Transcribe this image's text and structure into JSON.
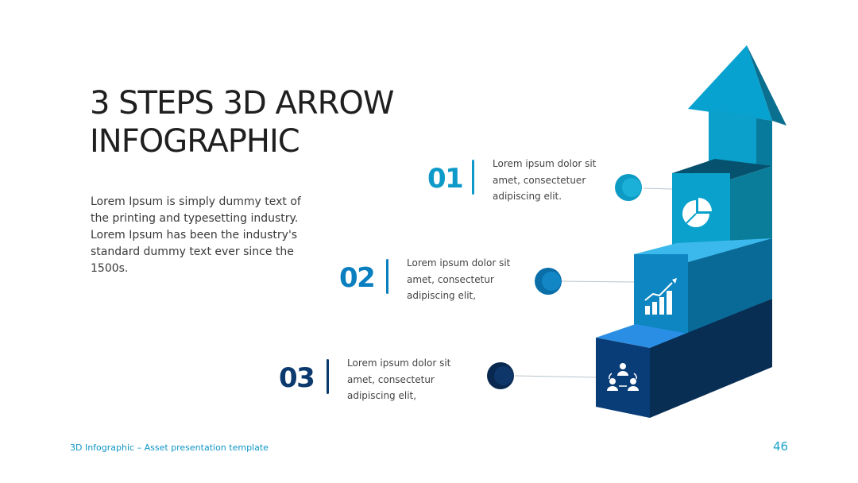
{
  "slide": {
    "title_line1": "3 STEPS 3D ARROW",
    "title_line2": "INFOGRAPHIC",
    "intro": "Lorem Ipsum is simply dummy text of the printing and typesetting industry. Lorem Ipsum has been the industry's standard dummy text ever since the 1500s.",
    "page_number": "46",
    "footer": "3D Infographic – Asset presentation template"
  },
  "steps": [
    {
      "number": "01",
      "text": "Lorem ipsum dolor sit amet, consectetuer adipiscing elit.",
      "icon": "pie-chart-icon",
      "color": "#0e9ac9"
    },
    {
      "number": "02",
      "text": "Lorem ipsum dolor sit amet, consectetur adipiscing elit,",
      "icon": "growth-chart-icon",
      "color": "#0a7fc0"
    },
    {
      "number": "03",
      "text": "Lorem ipsum dolor sit amet, consectetur adipiscing elit,",
      "icon": "team-network-icon",
      "color": "#0c3a6e"
    }
  ]
}
